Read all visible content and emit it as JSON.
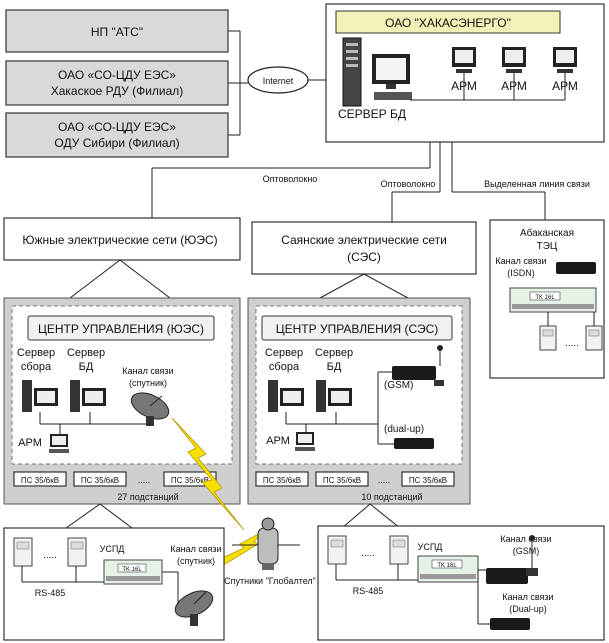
{
  "left_boxes": [
    {
      "line1": "НП \"АТС\"",
      "line2": ""
    },
    {
      "line1": "ОАО «СО-ЦДУ ЕЭС»",
      "line2": "Хакаское РДУ (Филиал)"
    },
    {
      "line1": "ОАО «СО-ЦДУ ЕЭС»",
      "line2": "ОДУ Сибири (Филиал)"
    }
  ],
  "internet": "Internet",
  "hq": {
    "title": "ОАО \"ХАКАСЭНЕРГО\"",
    "server_label": "СЕРВЕР БД",
    "arm_labels": [
      "АРМ",
      "АРМ",
      "АРМ"
    ]
  },
  "links": {
    "fiber_left": "Оптоволокно",
    "fiber_right": "Оптоволокно",
    "dedicated": "Выделенная линия связи"
  },
  "networks": {
    "south": "Южные электрические сети (ЮЭС)",
    "sayan_line1": "Саянские электрические сети",
    "sayan_line2": "(СЭС)"
  },
  "abakan": {
    "line1": "Абаканская",
    "line2": "ТЭЦ",
    "channel_line1": "Канал связи",
    "channel_line2": "(ISDN)",
    "device_label": "TK 16L"
  },
  "south_center": {
    "title": "ЦЕНТР УПРАВЛЕНИЯ (ЮЭС)",
    "server1_line1": "Сервер",
    "server1_line2": "сбора",
    "server2_line1": "Сервер",
    "server2_line2": "БД",
    "channel_line1": "Канал связи",
    "channel_line2": "(спутник)",
    "arm": "АРМ",
    "substations": [
      "ПС 35/6кВ",
      "ПС 35/6кВ",
      "ПС 35/6кВ"
    ],
    "count": "27 подстанций"
  },
  "sayan_center": {
    "title": "ЦЕНТР УПРАВЛЕНИЯ (СЭС)",
    "server1_line1": "Сервер",
    "server1_line2": "сбора",
    "server2_line1": "Сервер",
    "server2_line2": "БД",
    "gsm": "(GSM)",
    "dialup": "(dual-up)",
    "arm": "АРМ",
    "substations": [
      "ПС 35/6кВ",
      "ПС 35/6кВ",
      "ПС 35/6кВ"
    ],
    "count": "10 подстанций"
  },
  "bottom_left": {
    "uspd": "УСПД",
    "rs485": "RS-485",
    "channel_line1": "Канал связи",
    "channel_line2": "(спутник)",
    "device_label": "TK 16L"
  },
  "satellite": "Спутники \"Глобалтел\"",
  "bottom_right": {
    "uspd": "УСПД",
    "rs485": "RS-485",
    "gsm_line1": "Канал связи",
    "gsm_line2": "(GSM)",
    "dialup_line1": "Канал связи",
    "dialup_line2": "(Dual-up)",
    "device_label": "TK 16L"
  },
  "ellipsis": "....."
}
